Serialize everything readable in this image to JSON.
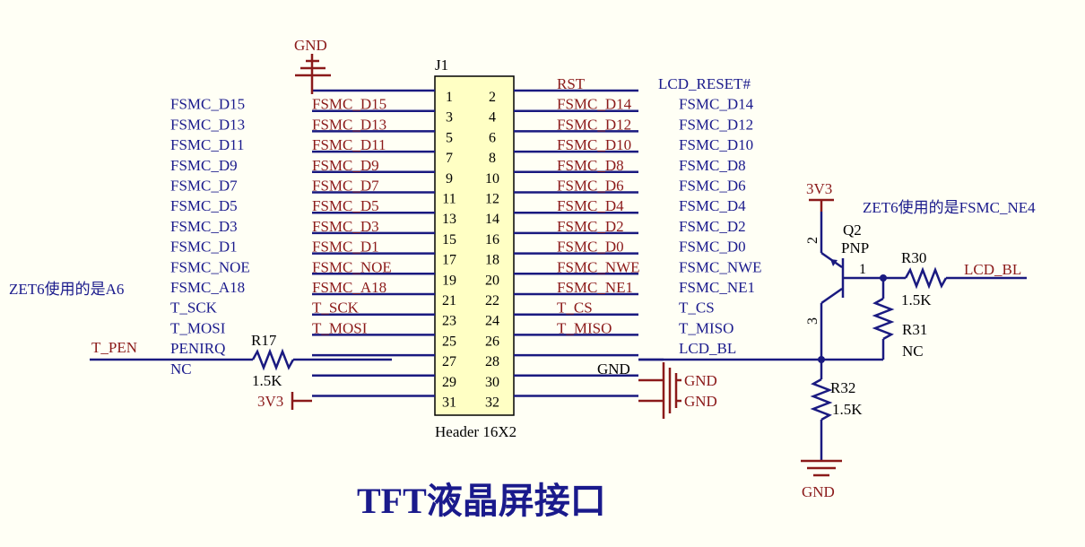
{
  "title": "TFT液晶屏接口",
  "header": {
    "ref": "J1",
    "name": "Header 16X2"
  },
  "pins": [
    {
      "num": "1",
      "lbl": "",
      "net": ""
    },
    {
      "num": "2",
      "lbl": "RST",
      "net": "LCD_RESET#"
    },
    {
      "num": "3",
      "lbl": "FSMC_D15",
      "net": "FSMC_D15"
    },
    {
      "num": "4",
      "lbl": "FSMC_D14",
      "net": "FSMC_D14"
    },
    {
      "num": "5",
      "lbl": "FSMC_D13",
      "net": "FSMC_D13"
    },
    {
      "num": "6",
      "lbl": "FSMC_D12",
      "net": "FSMC_D12"
    },
    {
      "num": "7",
      "lbl": "FSMC_D11",
      "net": "FSMC_D11"
    },
    {
      "num": "8",
      "lbl": "FSMC_D10",
      "net": "FSMC_D10"
    },
    {
      "num": "9",
      "lbl": "FSMC_D9",
      "net": "FSMC_D9"
    },
    {
      "num": "10",
      "lbl": "FSMC_D8",
      "net": "FSMC_D8"
    },
    {
      "num": "11",
      "lbl": "FSMC_D7",
      "net": "FSMC_D7"
    },
    {
      "num": "12",
      "lbl": "FSMC_D6",
      "net": "FSMC_D6"
    },
    {
      "num": "13",
      "lbl": "FSMC_D5",
      "net": "FSMC_D5"
    },
    {
      "num": "14",
      "lbl": "FSMC_D4",
      "net": "FSMC_D4"
    },
    {
      "num": "15",
      "lbl": "FSMC_D3",
      "net": "FSMC_D3"
    },
    {
      "num": "16",
      "lbl": "FSMC_D2",
      "net": "FSMC_D2"
    },
    {
      "num": "17",
      "lbl": "FSMC_D1",
      "net": "FSMC_D1"
    },
    {
      "num": "18",
      "lbl": "FSMC_D0",
      "net": "FSMC_D0"
    },
    {
      "num": "19",
      "lbl": "FSMC_NOE",
      "net": "FSMC_NOE"
    },
    {
      "num": "20",
      "lbl": "FSMC_NWE",
      "net": "FSMC_NWE"
    },
    {
      "num": "21",
      "lbl": "FSMC_A18",
      "net": "FSMC_A18"
    },
    {
      "num": "22",
      "lbl": "FSMC_NE1",
      "net": "FSMC_NE1"
    },
    {
      "num": "23",
      "lbl": "T_SCK",
      "net": "T_SCK"
    },
    {
      "num": "24",
      "lbl": "T_CS",
      "net": "T_CS"
    },
    {
      "num": "25",
      "lbl": "T_MOSI",
      "net": "T_MOSI"
    },
    {
      "num": "26",
      "lbl": "T_MISO",
      "net": "T_MISO"
    },
    {
      "num": "27",
      "lbl": "",
      "net": "PENIRQ"
    },
    {
      "num": "28",
      "lbl": "",
      "net": "LCD_BL"
    },
    {
      "num": "29",
      "lbl": "",
      "net": "NC"
    },
    {
      "num": "30",
      "lbl": "",
      "net": "GND"
    },
    {
      "num": "31",
      "lbl": "",
      "net": ""
    },
    {
      "num": "32",
      "lbl": "",
      "net": ""
    }
  ],
  "power": {
    "gnd": "GND",
    "v33": "3V3"
  },
  "notes": {
    "left": "ZET6使用的是A6",
    "right": "ZET6使用的是FSMC_NE4"
  },
  "r17": {
    "ref": "R17",
    "val": "1.5K",
    "net": "T_PEN"
  },
  "q2": {
    "ref": "Q2",
    "type": "PNP",
    "pin_b": "1",
    "pin_e": "2",
    "pin_c": "3"
  },
  "r30": {
    "ref": "R30",
    "val": "1.5K",
    "net": "LCD_BL"
  },
  "r31": {
    "ref": "R31",
    "val": "NC"
  },
  "r32": {
    "ref": "R32",
    "val": "1.5K"
  },
  "colors": {
    "wire": "#1a1a80",
    "label": "#8b1a1a",
    "net": "#1a1a8c",
    "background": "#fffff5"
  }
}
